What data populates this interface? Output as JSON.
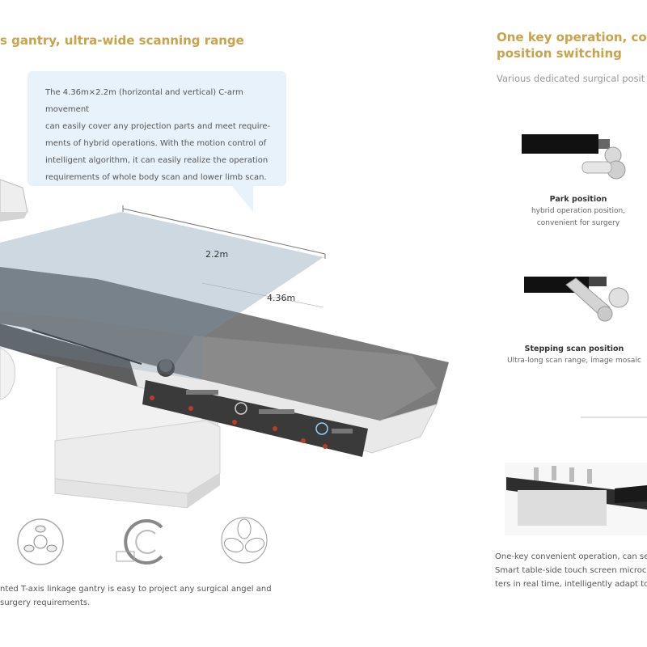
{
  "left_heading": "s gantry, ultra-wide scanning range",
  "right_heading_line1": "One key operation, conv",
  "right_heading_line2": "position switching",
  "right_subheading": "Various dedicated surgical posit",
  "bubble_lines": [
    "The 4.36m×2.2m (horizontal and vertical) C-arm movement",
    "can easily cover any projection parts and meet require-",
    "ments of hybrid operations. With the motion control of",
    "intelligent algorithm, it can easily realize the operation",
    "requirements of whole body scan and lower limb scan."
  ],
  "dim_horizontal": "2.2m",
  "dim_vertical": "4.36m",
  "park": {
    "title": "Park position",
    "desc1": "hybrid operation position,",
    "desc2": "convenient for surgery"
  },
  "stepping": {
    "title": "Stepping scan position",
    "desc": "Ultra-long scan range, image mosaic"
  },
  "left_footer_line1": "nted T-axis linkage gantry is easy to project any surgical angel and",
  "left_footer_line2": "surgery requirements.",
  "right_footer_line1": "One-key convenient operation, can set c",
  "right_footer_line2": "Smart table-side touch screen microcon",
  "right_footer_line3": "ters in real time, intelligently adapt to d",
  "colors": {
    "heading_gold": "#c9a24a",
    "bubble_blue": "#e7f2fb",
    "table_gray": "#7d7d7d",
    "glass_blue": "#6f8ea8"
  },
  "icons": [
    "gantry-top-view-icon",
    "c-arm-rotation-icon",
    "petal-projection-icon"
  ]
}
